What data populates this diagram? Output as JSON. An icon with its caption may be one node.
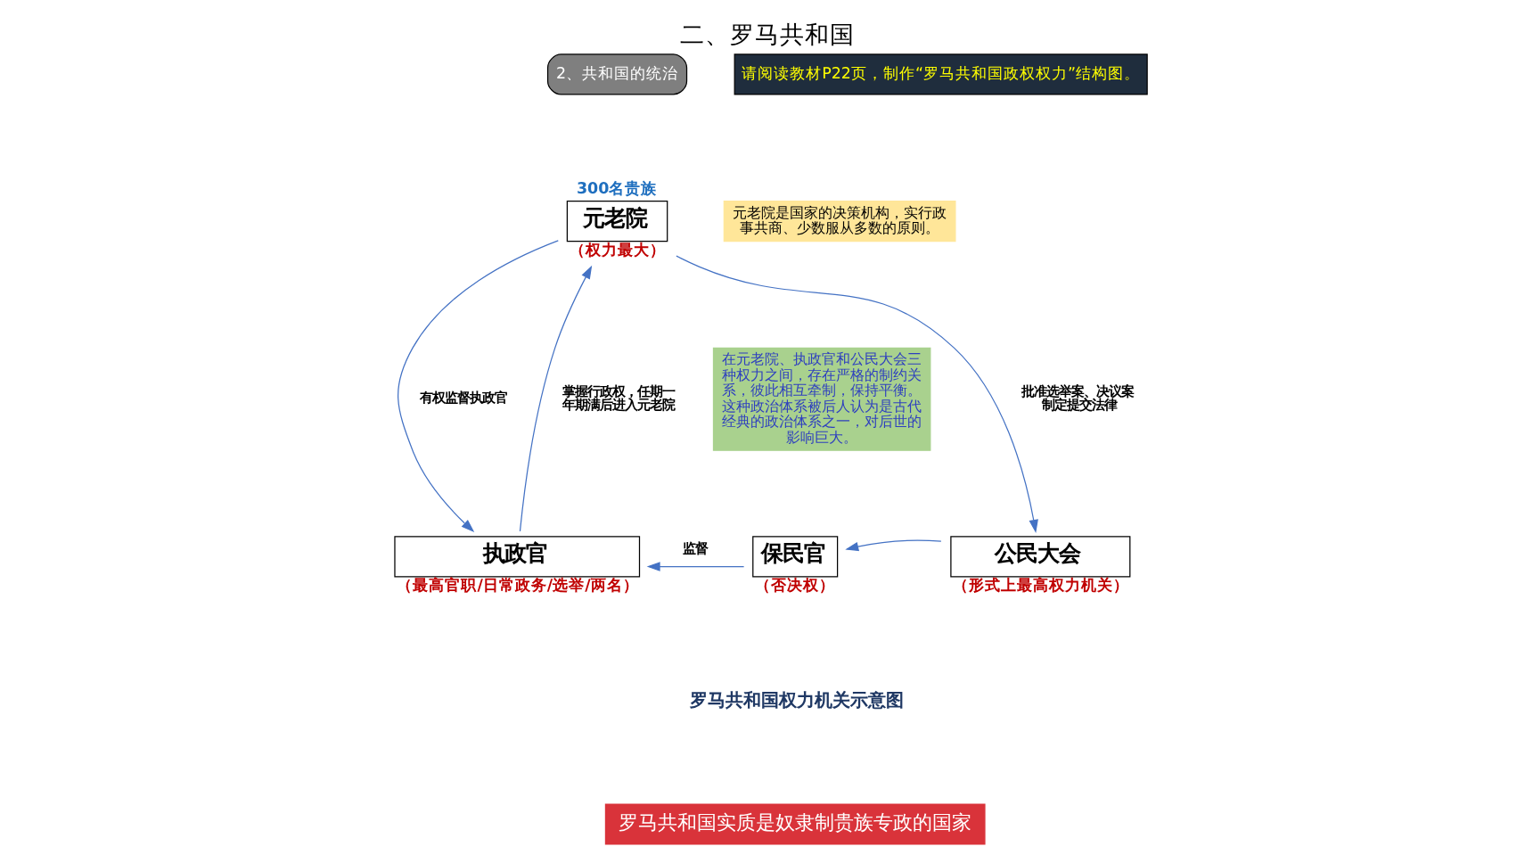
{
  "diagram": {
    "title": "二、罗马共和国",
    "caption": "罗马共和国权力机关示意图",
    "nodes": [
      {
        "text": [
          "元老院"
        ],
        "beside": [
          "300名贵族",
          "（权力最大）"
        ]
      },
      {
        "text": [
          "执政官"
        ],
        "beside": [
          "（最高官职/日常政务/选举/两名）"
        ]
      },
      {
        "text": [
          "保民官"
        ],
        "beside": [
          "（否决权）"
        ]
      },
      {
        "text": [
          "公民大会"
        ],
        "beside": [
          "（形式上最高权力机关）"
        ]
      },
      {
        "text": [
          "元老院是国家的决策机构，实行政事共商、少数服从多数的原则。"
        ]
      },
      {
        "text": [
          "在元老院、执政官和公民大会三种权力之间，存在严格的制约关系，彼此相互牵制，保持平衡。这种政治体系被后人认为是古代经典的政治体系之一，对后世的影响巨大。"
        ]
      }
    ],
    "edges": [
      {
        "from": 1,
        "to": 0,
        "arrow": "to",
        "label": "掌握行政权，任期一年期满后进入元老院"
      },
      {
        "from": 0,
        "to": 1,
        "arrow": "to",
        "label": "有权监督执政官"
      },
      {
        "from": 0,
        "to": 3,
        "arrow": "to",
        "label": "批准选举案、决议案制定提交法律"
      },
      {
        "from": 3,
        "to": 2,
        "arrow": "to"
      },
      {
        "from": 2,
        "to": 1,
        "arrow": "to",
        "label": "监督"
      }
    ],
    "labels": [
      "请阅读教材P22页，制作“罗马共和国政权权力”结构图。",
      "2、共和国的统治",
      "罗马共和国实质是奴隶制贵族专政的国家"
    ]
  }
}
